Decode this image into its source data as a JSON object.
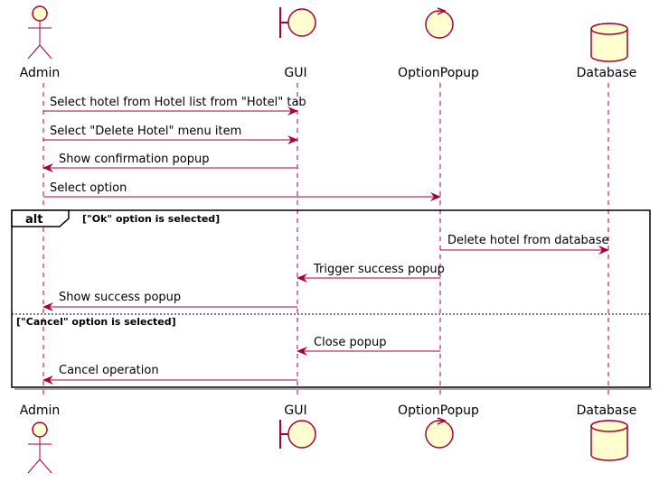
{
  "participants": {
    "admin": "Admin",
    "gui": "GUI",
    "option_popup": "OptionPopup",
    "database": "Database"
  },
  "messages": [
    "Select hotel from Hotel list from \"Hotel\" tab",
    "Select \"Delete Hotel\" menu item",
    "Show confirmation popup",
    "Select option",
    "Delete hotel from database",
    "Trigger success popup",
    "Show success popup",
    "Close popup",
    "Cancel operation"
  ],
  "alt_fragment": {
    "operator": "alt",
    "guard_ok": "[\"Ok\" option is selected]",
    "guard_cancel": "[\"Cancel\" option is selected]"
  },
  "colors": {
    "line": "#A80036",
    "fill": "#FEFECE"
  }
}
